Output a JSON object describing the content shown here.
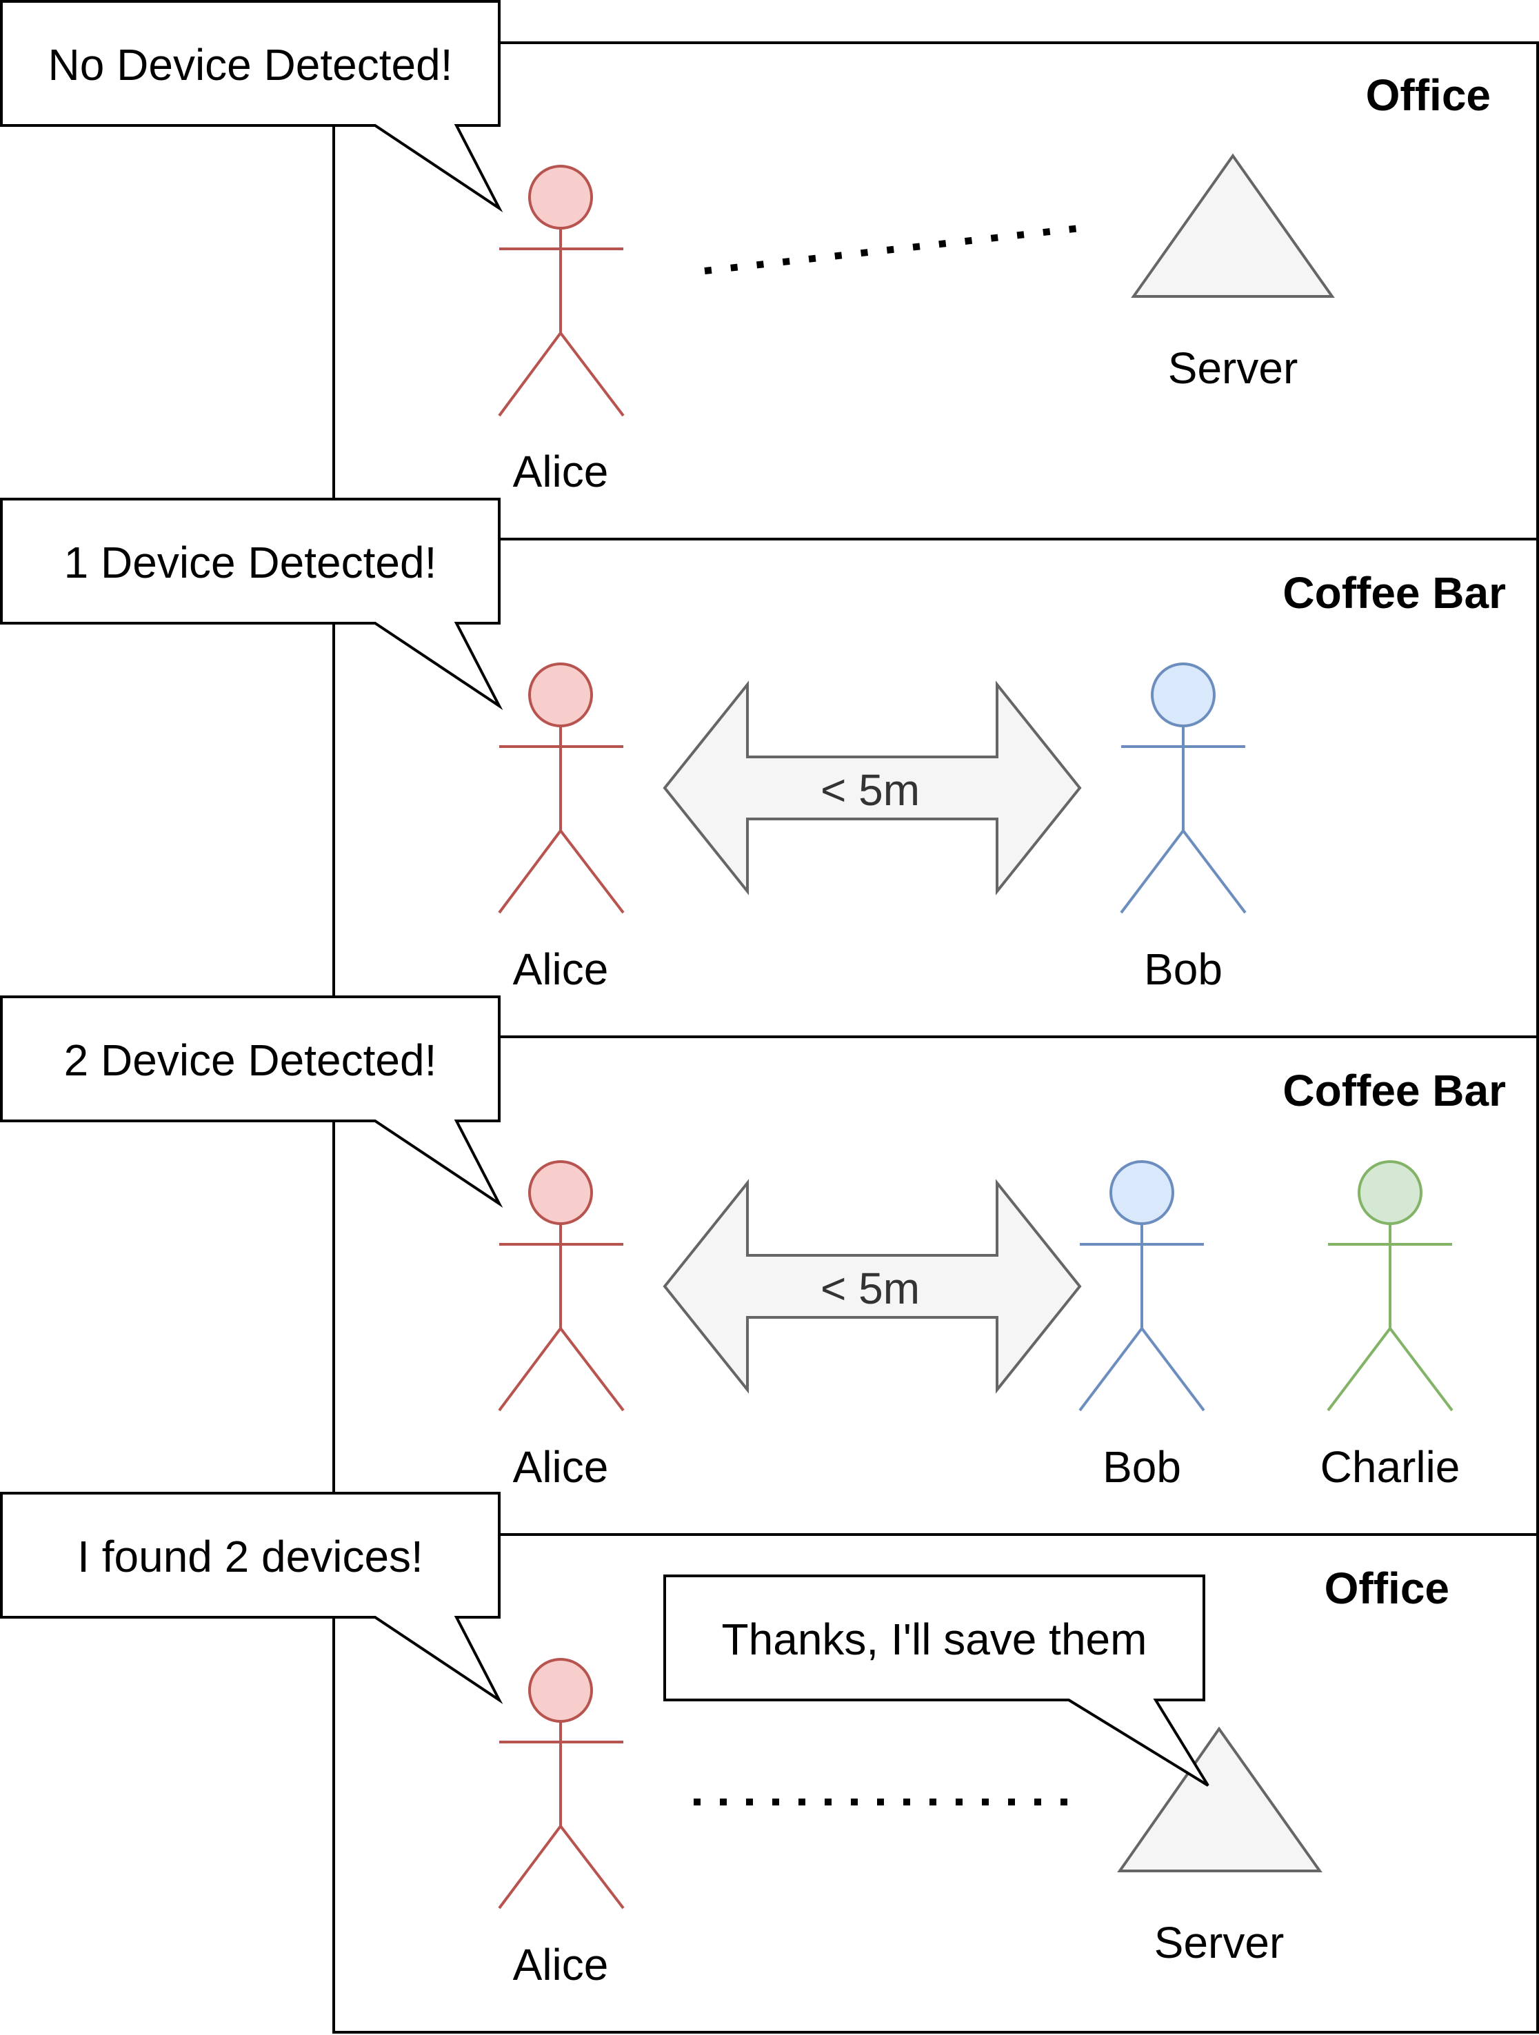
{
  "panels": [
    {
      "title": "Office",
      "callout": "No Device Detected!",
      "actors": [
        {
          "label": "Alice",
          "color": "red"
        }
      ],
      "server": {
        "label": "Server"
      },
      "link": "dotted"
    },
    {
      "title": "Coffee Bar",
      "callout": "1 Device Detected!",
      "actors": [
        {
          "label": "Alice",
          "color": "red"
        },
        {
          "label": "Bob",
          "color": "blue"
        }
      ],
      "arrow_label": "< 5m"
    },
    {
      "title": "Coffee Bar",
      "callout": "2 Device Detected!",
      "actors": [
        {
          "label": "Alice",
          "color": "red"
        },
        {
          "label": "Bob",
          "color": "blue"
        },
        {
          "label": "Charlie",
          "color": "green"
        }
      ],
      "arrow_label": "< 5m"
    },
    {
      "title": "Office",
      "callout": "I found 2 devices!",
      "actors": [
        {
          "label": "Alice",
          "color": "red"
        }
      ],
      "server": {
        "label": "Server",
        "callout": "Thanks, I'll save them"
      },
      "link": "dotted"
    }
  ],
  "colors": {
    "red": {
      "stroke": "#b85450",
      "fill": "#f8cecc"
    },
    "blue": {
      "stroke": "#6c8ebf",
      "fill": "#dae8fc"
    },
    "green": {
      "stroke": "#82b366",
      "fill": "#d5e8d4"
    },
    "shape_stroke": "#666666",
    "shape_fill": "#f5f5f5",
    "line": "#000000"
  },
  "icons": [
    "speech-callout",
    "stick-figure-actor",
    "triangle-server",
    "double-headed-arrow"
  ]
}
